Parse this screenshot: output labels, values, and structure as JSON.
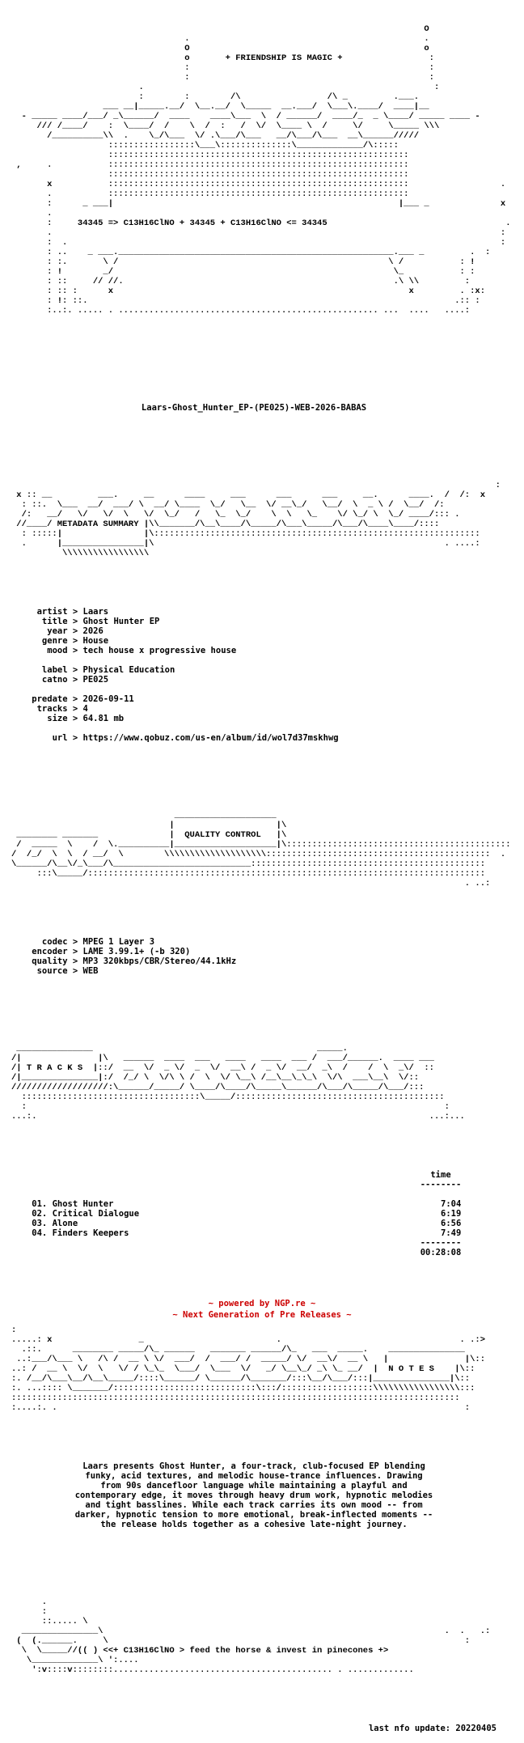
{
  "art": {
    "header": "                                                                                 O\n                                  .                                              .\n                                  O                                              o\n                                  o       + FRIENDSHIP IS MAGIC +                 :\n                                  :                                               :\n                                  :                                               :\n                         .                                                         :\n                         :        :        /\\                 /\\ _         .___.\n                  ___ __|_____.__/  \\__.__/  \\_____  __.___/  \\___\\.____/  ____|__ \n  - _____ ____/___/ _\\______/  ____    ____\\___  \\  / ______/  ____/_  _ \\____/ _____ ____ -\n     /// /____/    :  \\____/  /    \\  /  :   /  \\/  \\____ \\  /     \\/     \\_____ \\\\\\\n       /__________\\\\  .    \\_/\\___  \\/ .\\___/\\___   __/\\___/\\___  __\\______/////\n                   :::::::::::::::::\\___\\::::::::::::::\\_____________/\\:::::\n                   :::::::::::::::::::::::::::::::::::::::::::::::::::::::::::\n ,     .           :::::::::::::::::::::::::::::::::::::::::::::::::::::::::::\n                   :::::::::::::::::::::::::::::::::::::::::::::::::::::::::::\n       x           :::::::::::::::::::::::::::::::::::::::::::::::::::::::::::                  .\n       .           :::::::::::::::::::::::::::::::::::::::::::::::::::::::::::\n       :      _ ___|                                                        |___ _              x\n       .\n       :     34345 => C13H16ClNO + 34345 + C13H16ClNO <= 34345                                   .\n       .                                                                                        :\n       :  .                                                                                     :\n       : ..    _ ___.______________________________________________________.___ _         .  :\n       : :.       \\ /                                                     \\ /           : !\n       : !        _/                                                       \\_           : :\n       : ::     // //.                                                     .\\ \\\\         :\n       : :: :      x                                                          x         . :x:\n       : !: ::.                                                                        .:: :\n       :..:. ..... . ................................................... ...  ....   ....:",
    "metadata_banner": "                                                                                               :\n x :: __         ___.     __      ____     ___      ___      ___     __.      ____.  /  /:  x\n  : ::.  \\___  __/  ___/ \\  __/ \\____  \\_/   \\__  \\/ __\\_/   \\__/  \\  _ \\ /  \\__/  /:\n  /:   __/   \\/   \\/  \\   \\/  \\_/   /   \\_  \\_/    \\  \\   \\_    \\/ \\_/ \\  \\_/ ____/::: .\n //____/ METADATA SUMMARY |\\\\_______/\\__\\____/\\_____/\\___\\_____/\\___/\\____\\____/::::\n  : :::::|                |\\::::::::::::::::::::::::::::::::::::::::::::::::::::::::::::::::\n  .      |________________|\\                                                         . ....:\n          \\\\\\\\\\\\\\\\\\\\\\\\\\\\\\\\\\",
    "quality_banner": "                                ____________________\n                               |                    |\\\n ________ _______              |  QUALITY CONTROL   |\\\n /  _____  \\    /  \\.__________|____________________|\\::::::::::::::::::::::::::::::::::::::::::::\n/  /_/  \\  \\  / __/  \\        \\\\\\\\\\\\\\\\\\\\\\\\\\\\\\\\\\\\\\\\::::::::::::::::::::::::::::::::::::::::::::  .\n\\______/\\__\\/_\\___/\\___________________________::::::::::::::::::::::::::::::::::::::::::::::\n     :::\\_____/::::::::::::::::::::::::::::::::::::::::::::::::::::::::::::::::::::::::::::::\n                                                                                         . ..:",
    "tracks_banner": " _______________                                            _____.\n/|               |\\   ______  ____  ___   ____   ____  ___ /  ___/______.  ____ ___\n/| T R A C K S  |::/  __  \\/  _ \\/  _  \\/  __\\ /  _ \\/  __/  _\\  /    /  \\  _\\/  ::\n/|_______________|:/  /_/ \\  \\/\\ \\ /  \\  \\/ \\__\\ /__\\__\\_\\_\\  \\/\\  ___\\__\\  \\/::\n///////////////////:\\______/_____/ \\____/\\____/\\_____\\______/\\___/\\_____/\\___/:::\n  :::::::::::::::::::::::::::::::::::\\_____/:::::::::::::::::::::::::::::::::::::::::\n  :                                                                                  :\n...:.                                                                             ...:...",
    "notes_banner": ":\n.....: x                 _                          .                                   . .:>\n  .::.      ________ _____/\\_ ______   _______ ______/\\_   ___  _____.    _______________\n ..:___/\\___ \\   /\\ /  __ \\ \\/  ___/  /  ___/ /  _____/ \\/  __\\/  __ \\   |               |\\::\n..: /  __ \\  \\/  \\   \\/ / \\_\\_  \\___/  \\___  \\/   _/ \\__\\_/ _\\ \\_ __/  |  N O T E S    |\\::\n:. /__/\\___\\__/\\__\\_____/::::\\______/ \\______/\\_______/:::\\__/\\___/:::|_______________|\\::\n:. ...:::: \\_______/::::::::::::::::::::::::::::\\:::/::::::::::::::::::\\\\\\\\\\\\\\\\\\\\\\\\\\\\\\\\\\:::\n::::::::::::::::::::::::::::::::::::::::::::::::::::::::::::::::::::::::::::::::::::::::\n:....:. .                                                                                :",
    "closing_art": "      .\n      :\n      ::..... \\\n  _______________\\                                                                   .  .   .:\n (  (.______.     \\                                                                      :\n  \\  \\_____//(( ) <<+ C13H16ClNO > feed the horse & invest in pinecones +>\n   \\_____________\\ ':....\n    ':v::::v::::::::........................................... . ............."
  },
  "release_name": "Laars-Ghost_Hunter_EP-(PE025)-WEB-2026-BABAS",
  "metadata": [
    {
      "key": "     artist",
      "value": "Laars"
    },
    {
      "key": "      title",
      "value": "Ghost Hunter EP"
    },
    {
      "key": "       year",
      "value": "2026"
    },
    {
      "key": "      genre",
      "value": "House"
    },
    {
      "key": "       mood",
      "value": "tech house x progressive house"
    },
    {
      "key": "",
      "value": ""
    },
    {
      "key": "      label",
      "value": "Physical Education"
    },
    {
      "key": "      catno",
      "value": "PE025"
    },
    {
      "key": "",
      "value": ""
    },
    {
      "key": "    predate",
      "value": "2026-09-11"
    },
    {
      "key": "     tracks",
      "value": "4"
    },
    {
      "key": "       size",
      "value": "64.81 mb"
    },
    {
      "key": "",
      "value": ""
    },
    {
      "key": "        url",
      "value": "https://www.qobuz.com/us-en/album/id/wol7d37mskhwg"
    }
  ],
  "quality": [
    {
      "key": "      codec",
      "value": "MPEG 1 Layer 3"
    },
    {
      "key": "    encoder",
      "value": "LAME 3.99.1+ (-b 320)"
    },
    {
      "key": "    quality",
      "value": "MP3 320kbps/CBR/Stereo/44.1kHz"
    },
    {
      "key": "     source",
      "value": "WEB"
    }
  ],
  "tracks": {
    "time_header": "time",
    "separator": "--------",
    "items": [
      {
        "num": "01.",
        "title": "Ghost Hunter",
        "time": "7:04"
      },
      {
        "num": "02.",
        "title": "Critical Dialogue",
        "time": "6:19"
      },
      {
        "num": "03.",
        "title": "Alone",
        "time": "6:56"
      },
      {
        "num": "04.",
        "title": "Finders Keepers",
        "time": "7:49"
      }
    ],
    "total": "00:28:08"
  },
  "notes": [
    "Laars presents Ghost Hunter, a four-track, club-focused EP blending",
    "funky, acid textures, and melodic house-trance influences. Drawing",
    "from 90s dancefloor language while maintaining a playful and",
    "contemporary edge, it moves through heavy drum work, hypnotic melodies",
    "and tight basslines. While each track carries its own mood -- from",
    "darker, hypnotic tension to more emotional, break-inflected moments --",
    "the release holds together as a cohesive late-night journey."
  ],
  "last_update": "last nfo update: 20220405",
  "footer": {
    "line1": "~ powered by NGP.re ~",
    "line2": "~ Next Generation of Pre Releases ~"
  }
}
